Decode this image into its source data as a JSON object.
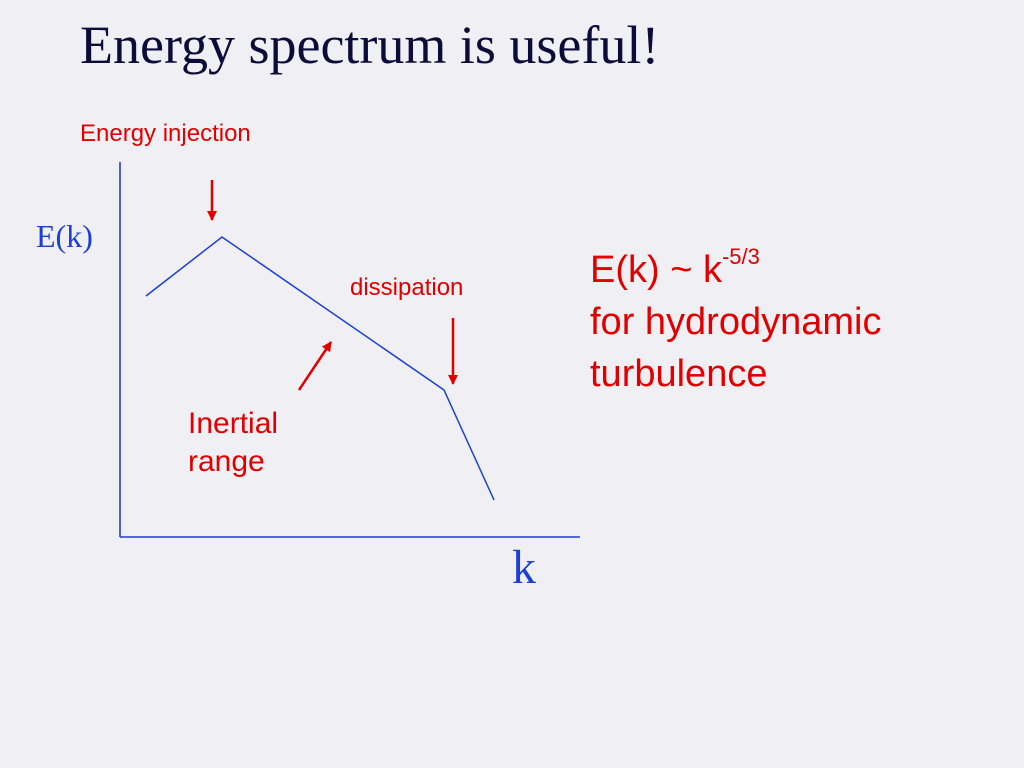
{
  "title": "Energy spectrum is useful!",
  "diagram": {
    "y_axis_label": "E(k)",
    "x_axis_label": "k",
    "energy_injection_label": "Energy injection",
    "dissipation_label": "dissipation",
    "inertial_range_label_line1": "Inertial",
    "inertial_range_label_line2": "range"
  },
  "formula": {
    "lhs": "E(k) ~ k",
    "exponent": "-5/3",
    "line2": "for hydrodynamic",
    "line3": "turbulence"
  },
  "colors": {
    "background": "#f0eff4",
    "title": "#0c0c3a",
    "axis_and_curve": "#1a3fd6",
    "annotation": "#e00000"
  }
}
